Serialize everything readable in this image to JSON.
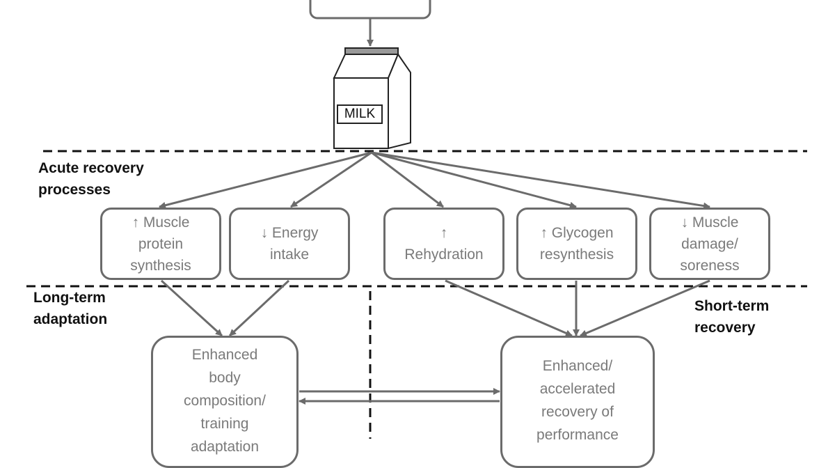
{
  "colors": {
    "line": "#6b6b6b",
    "dash": "#111111",
    "box_text": "#7a7a7a",
    "label_text": "#111111"
  },
  "carton": {
    "label": "MILK",
    "icon": "milk-carton-icon"
  },
  "sections": {
    "acute": "Acute recovery\nprocesses",
    "long_term": "Long-term\nadaptation",
    "short_term": "Short-term\nrecovery"
  },
  "processes": [
    {
      "text": "↑ Muscle\nprotein\nsynthesis"
    },
    {
      "text": "↓ Energy\nintake"
    },
    {
      "text": "↑\nRehydration"
    },
    {
      "text": "↑ Glycogen\nresynthesis"
    },
    {
      "text": "↓ Muscle\ndamage/\nsoreness"
    }
  ],
  "outcomes": {
    "long_term": "Enhanced\nbody\ncomposition/\ntraining\nadaptation",
    "short_term": "Enhanced/\naccelerated\nrecovery of\nperformance"
  }
}
